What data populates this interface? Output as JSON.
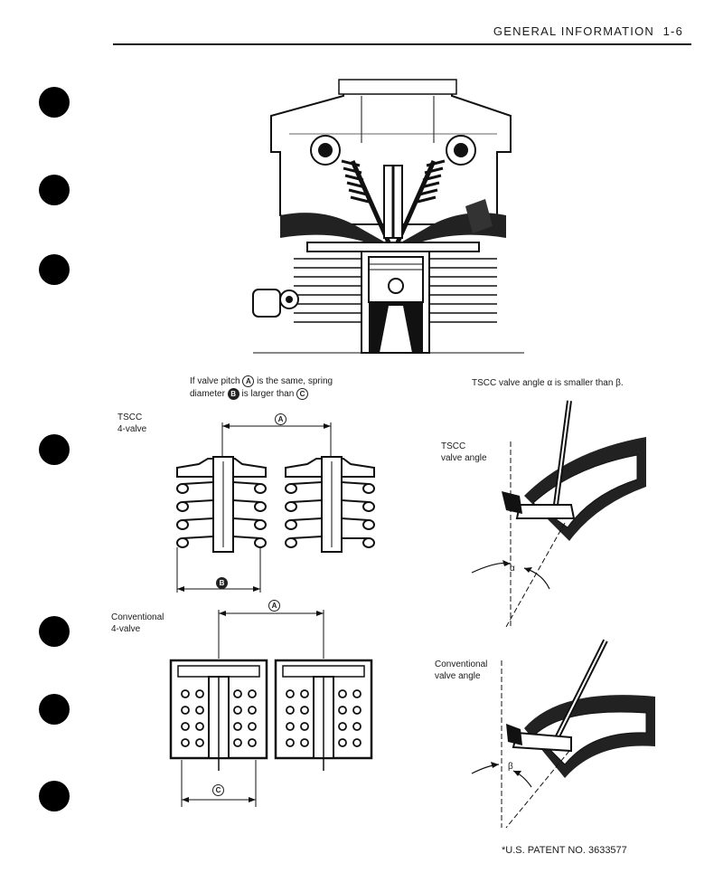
{
  "header": {
    "title": "GENERAL INFORMATION",
    "page": "1-6"
  },
  "figure_top": {},
  "pitch_caption": {
    "line1_pre": "If valve pitch",
    "marker_a": "A",
    "line1_post": "is the same, spring",
    "line2_pre": "diameter",
    "marker_b": "B",
    "line2_mid": "is larger than",
    "marker_c": "C"
  },
  "angle_caption": "TSCC valve angle α is smaller than β.",
  "tscc_label": {
    "line1": "TSCC",
    "line2": "4-valve"
  },
  "conv_label": {
    "line1": "Conventional",
    "line2": "4-valve"
  },
  "dimension_markers": {
    "a_top": "A",
    "b": "B",
    "a_bottom": "A",
    "c": "C"
  },
  "tscc_angle_label": {
    "line1": "TSCC",
    "line2": "valve angle"
  },
  "conv_angle_label": {
    "line1": "Conventional",
    "line2": "valve angle"
  },
  "angle_symbols": {
    "alpha": "α",
    "beta": "β"
  },
  "patent": "*U.S. PATENT NO. 3633577"
}
